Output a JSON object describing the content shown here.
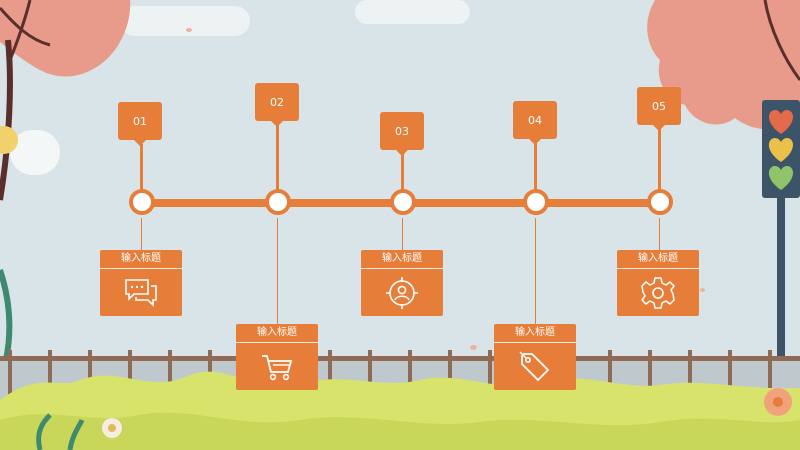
{
  "timeline": {
    "steps": [
      {
        "number": "01",
        "title": "输入标题",
        "icon": "chat-icon"
      },
      {
        "number": "02",
        "title": "输入标题",
        "icon": "cart-icon"
      },
      {
        "number": "03",
        "title": "输入标题",
        "icon": "user-target-icon"
      },
      {
        "number": "04",
        "title": "输入标题",
        "icon": "tag-icon"
      },
      {
        "number": "05",
        "title": "输入标题",
        "icon": "gear-icon"
      }
    ]
  },
  "colors": {
    "accent": "#e67e3a",
    "sky": "#d9e4e8",
    "grass": "#d7e36a",
    "tree_blossom": "#e89b8b",
    "fence": "#8f6a55"
  },
  "decorations": [
    "cherry-blossom-tree-left",
    "cherry-blossom-tree-right",
    "traffic-light-hearts",
    "picket-fence",
    "grass",
    "flowers"
  ]
}
